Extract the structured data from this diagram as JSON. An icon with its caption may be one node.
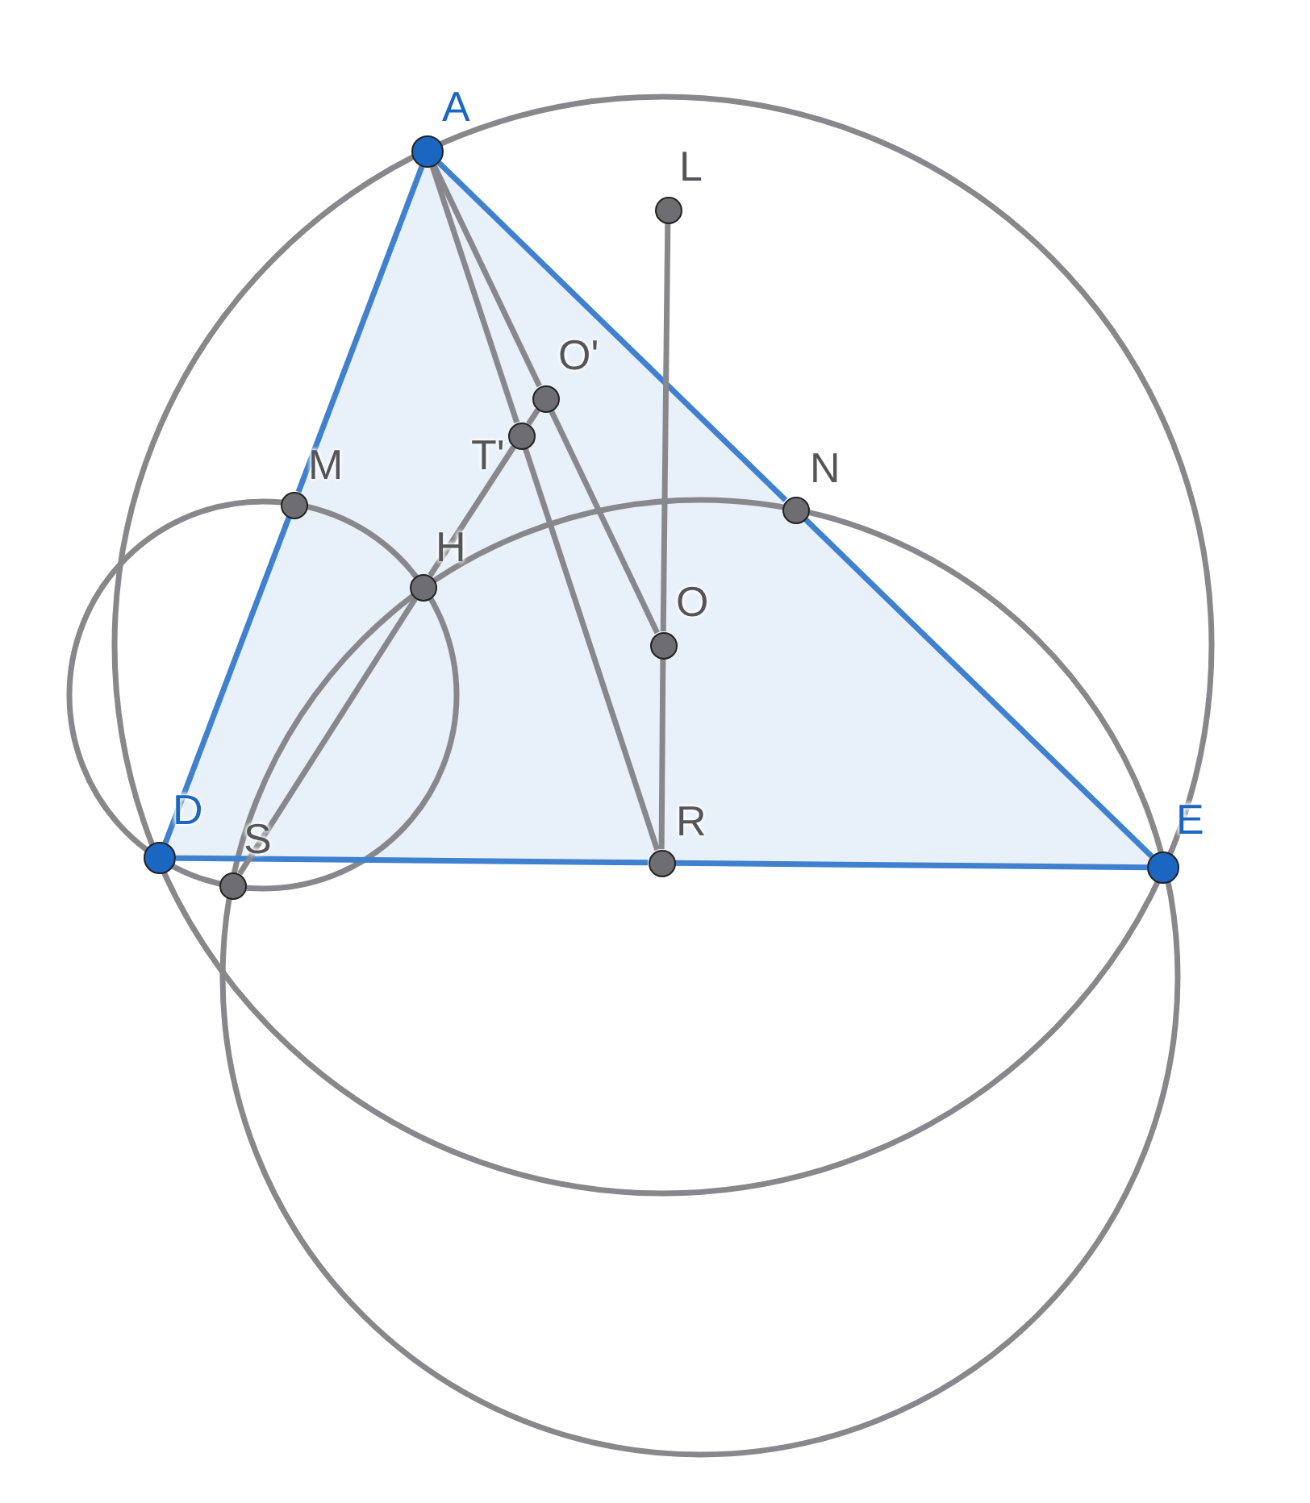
{
  "diagram": {
    "nodes": [
      {
        "text": [],
        "shape": "circle",
        "beside": [
          "A"
        ]
      },
      {
        "text": [],
        "shape": "circle",
        "beside": [
          "L"
        ]
      },
      {
        "text": [],
        "shape": "circle",
        "beside": [
          "O'"
        ]
      },
      {
        "text": [],
        "shape": "circle",
        "beside": [
          "T'"
        ]
      },
      {
        "text": [],
        "shape": "circle",
        "beside": [
          "M"
        ]
      },
      {
        "text": [],
        "shape": "circle",
        "beside": [
          "N"
        ]
      },
      {
        "text": [],
        "shape": "circle",
        "beside": [
          "H"
        ]
      },
      {
        "text": [],
        "shape": "circle",
        "beside": [
          "O"
        ]
      },
      {
        "text": [],
        "shape": "circle",
        "beside": [
          "D"
        ]
      },
      {
        "text": [],
        "shape": "circle",
        "beside": [
          "R"
        ]
      },
      {
        "text": [],
        "shape": "circle",
        "beside": [
          "E"
        ]
      },
      {
        "text": [],
        "shape": "circle",
        "beside": [
          "S"
        ]
      }
    ],
    "edges": [
      {
        "from": 0,
        "to": 4,
        "arrow": "none",
        "color": "#3f80cf"
      },
      {
        "from": 4,
        "to": 8,
        "arrow": "none",
        "color": "#3f80cf"
      },
      {
        "from": 0,
        "to": 5,
        "arrow": "none",
        "color": "#3f80cf"
      },
      {
        "from": 5,
        "to": 10,
        "arrow": "none",
        "color": "#3f80cf"
      },
      {
        "from": 8,
        "to": 9,
        "arrow": "none",
        "color": "#3f80cf"
      },
      {
        "from": 9,
        "to": 10,
        "arrow": "none",
        "color": "#3f80cf"
      },
      {
        "from": 0,
        "to": 3,
        "arrow": "none"
      },
      {
        "from": 3,
        "to": 9,
        "arrow": "none"
      },
      {
        "from": 0,
        "to": 2,
        "arrow": "none"
      },
      {
        "from": 2,
        "to": 7,
        "arrow": "none"
      },
      {
        "from": 1,
        "to": 7,
        "arrow": "none"
      },
      {
        "from": 7,
        "to": 9,
        "arrow": "none"
      },
      {
        "from": 11,
        "to": 6,
        "arrow": "none"
      },
      {
        "from": 6,
        "to": 3,
        "arrow": "none"
      },
      {
        "from": 3,
        "to": 2,
        "arrow": "none"
      }
    ]
  }
}
